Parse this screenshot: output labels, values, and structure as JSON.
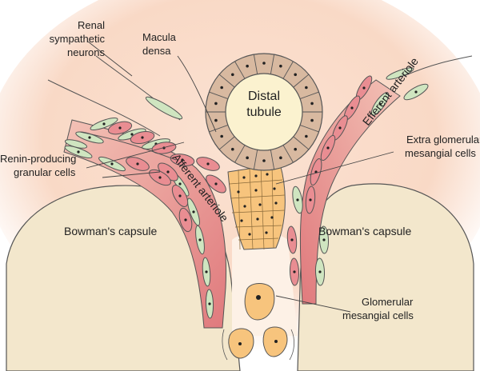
{
  "labels": {
    "renal_sympathetic_neurons": [
      "Renal",
      "sympathetic",
      "neurons"
    ],
    "macula_densa": [
      "Macula",
      "densa"
    ],
    "distal_tubule": [
      "Distal",
      "tubule"
    ],
    "efferent_arteriole": "Efferent arteriole",
    "afferent_arteriole": "Afferent arteriole",
    "extra_glomerular_mesangial_cells": [
      "Extra glomerular",
      "mesangial cells"
    ],
    "renin_producing_granular_cells": [
      "Renin-producing",
      "granular cells"
    ],
    "bowmans_capsule_left": "Bowman's capsule",
    "bowmans_capsule_right": "Bowman's capsule",
    "glomerular_mesangial_cells": [
      "Glomerular",
      "mesangial cells"
    ]
  },
  "colors": {
    "background_glow": "#f9d9c6",
    "bowmans_capsule": "#f3e7cc",
    "vessel_wall": "#e3898b",
    "vessel_lumen": "#f6d2c3",
    "smooth_muscle_cell": "#cfe5c0",
    "granular_cell": "#e98d92",
    "tubule_wall": "#d8b9a0",
    "tubule_lumen": "#fbf2cf",
    "mesangial_cell": "#f7c47d",
    "outline": "#444444"
  }
}
